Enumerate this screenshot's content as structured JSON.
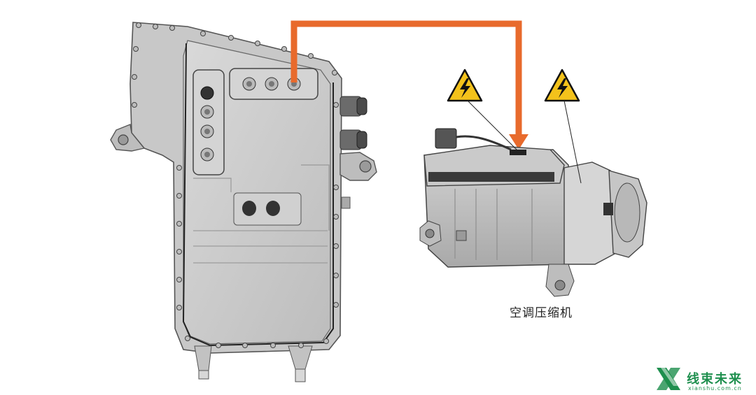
{
  "components": {
    "compressor_label": "空调压缩机"
  },
  "connection": {
    "line_color": "#e86a2c"
  },
  "warning_symbols": {
    "count": 2,
    "icon": "high-voltage-warning-icon",
    "fill_color": "#f3c21b"
  },
  "watermark": {
    "brand": "线束未来",
    "domain": "xianshu.com.cn",
    "color": "#1e8f4e"
  }
}
